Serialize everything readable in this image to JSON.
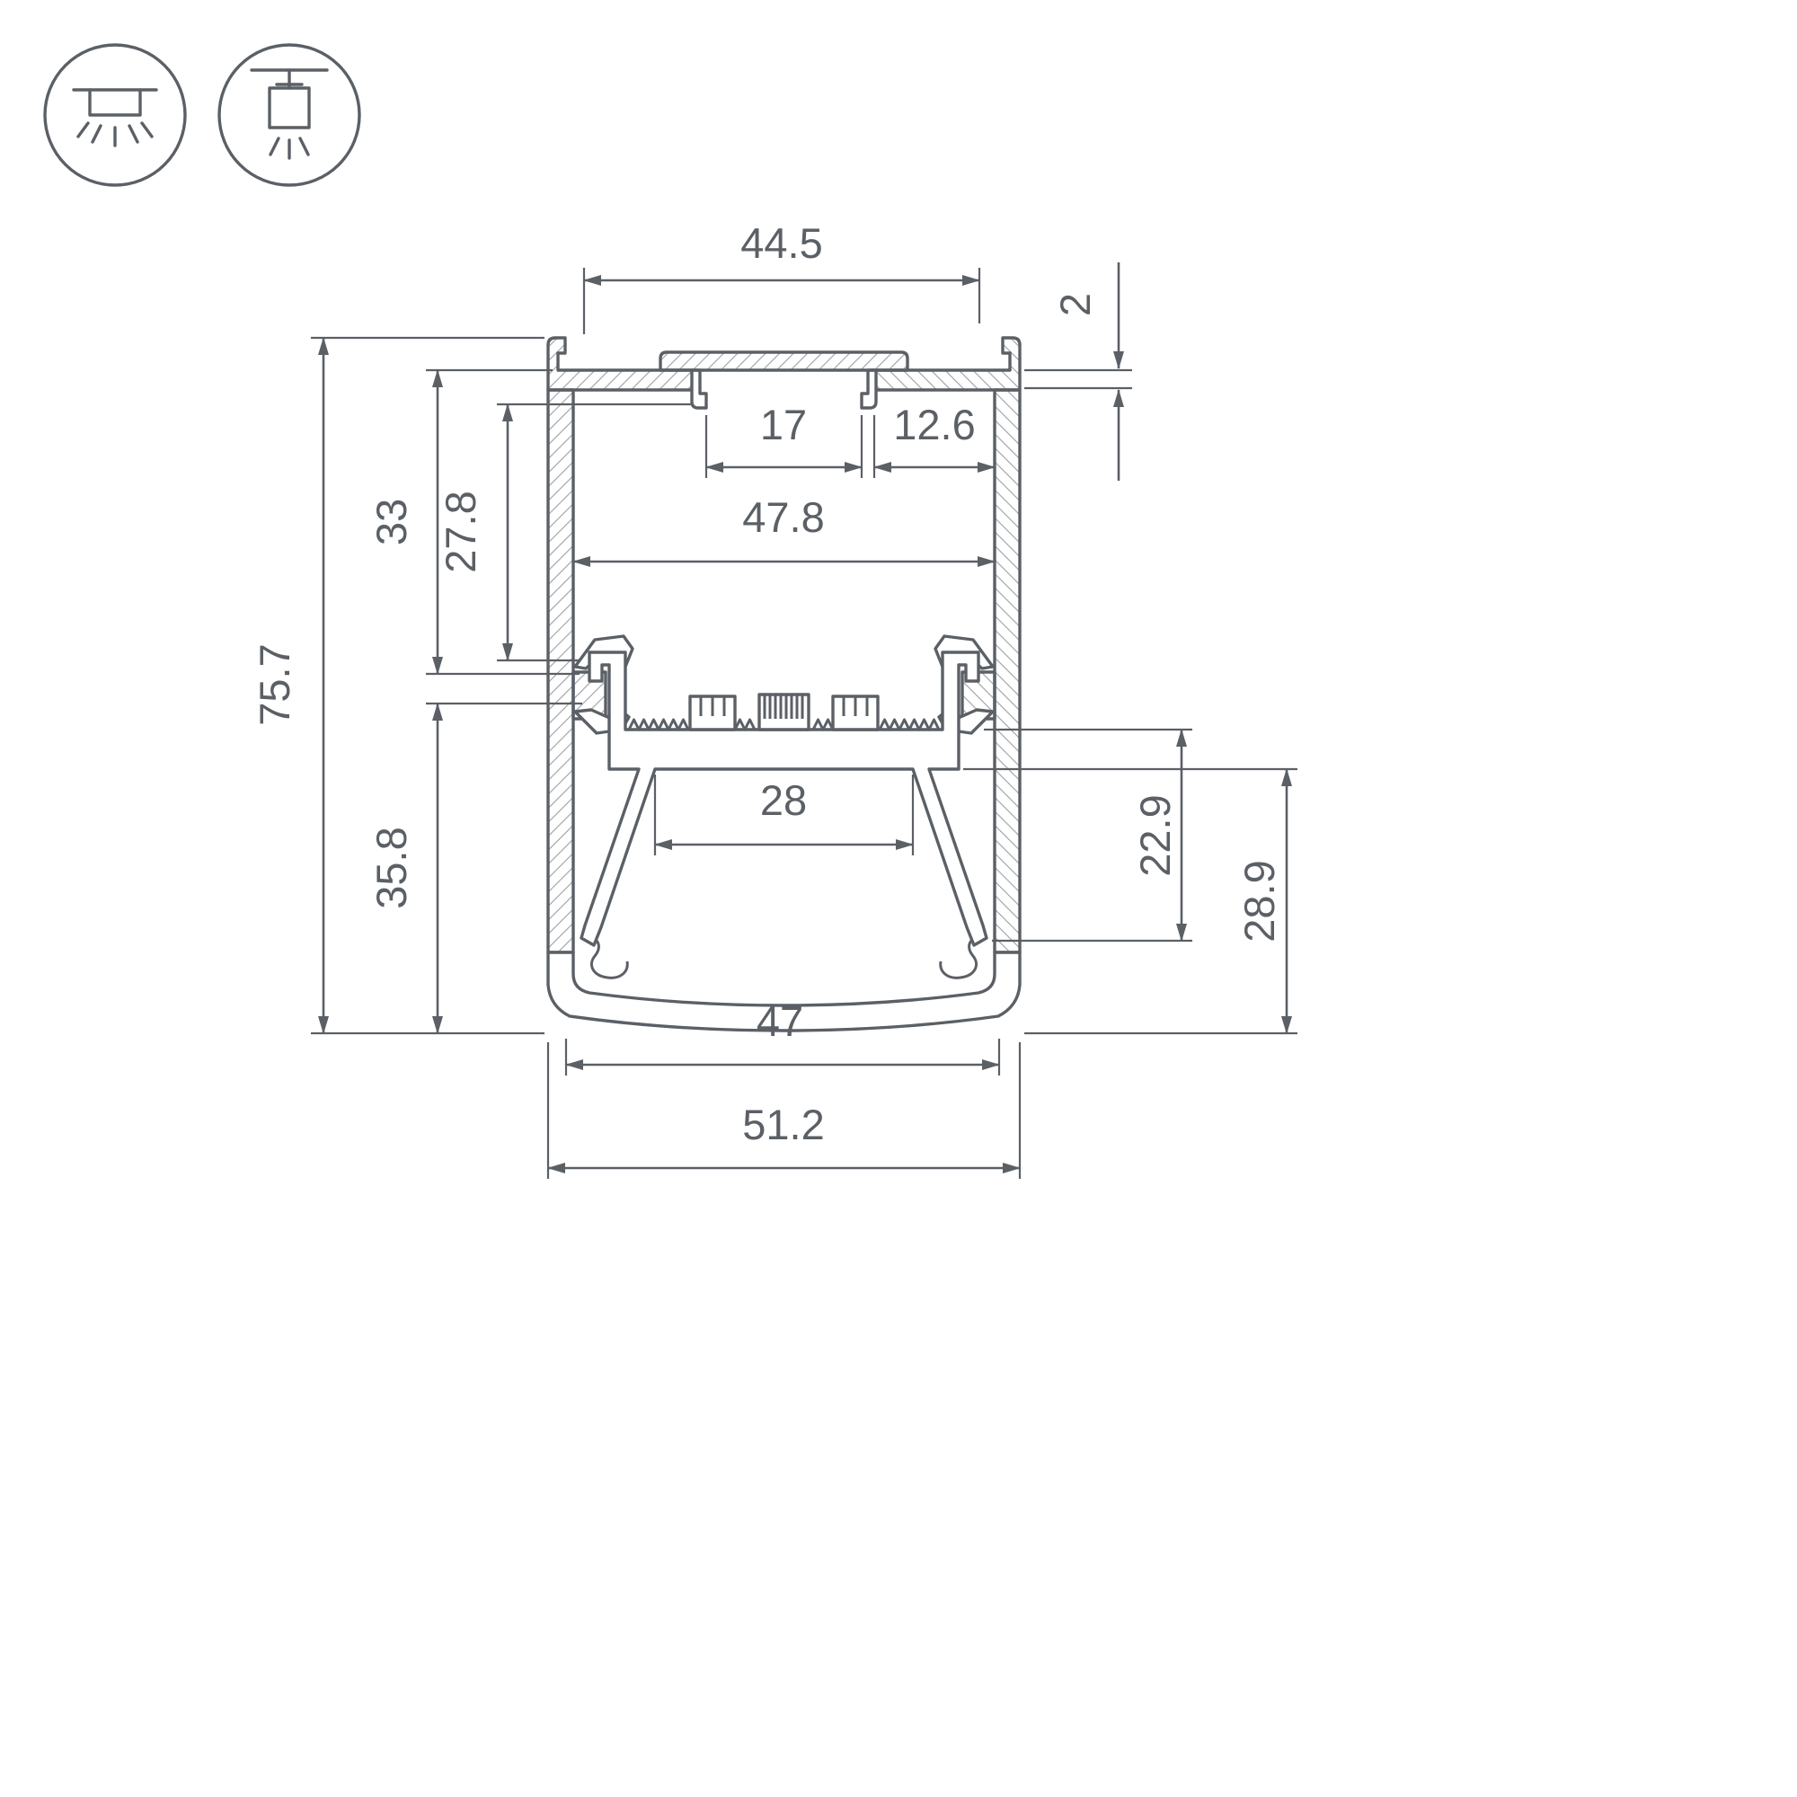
{
  "drawing": {
    "type": "profile-cross-section",
    "colors": {
      "line": "#5b6066",
      "hatch": "#9aa0a5",
      "background": "#ffffff"
    },
    "icons": [
      {
        "name": "surface-mount-icon"
      },
      {
        "name": "pendant-mount-icon"
      }
    ],
    "dimensions": {
      "top_opening": "44.5",
      "plate_thickness": "2",
      "slot_width": "17",
      "slot_to_wall": "12.6",
      "inner_width": "47.8",
      "upper_depth": "33",
      "upper_inner_depth": "27.8",
      "overall_height": "75.7",
      "lower_depth": "35.8",
      "led_shelf_width": "28",
      "shelf_to_foot": "22.9",
      "lower_cavity_height": "28.9",
      "bottom_inner_width": "47",
      "overall_width": "51.2"
    }
  }
}
